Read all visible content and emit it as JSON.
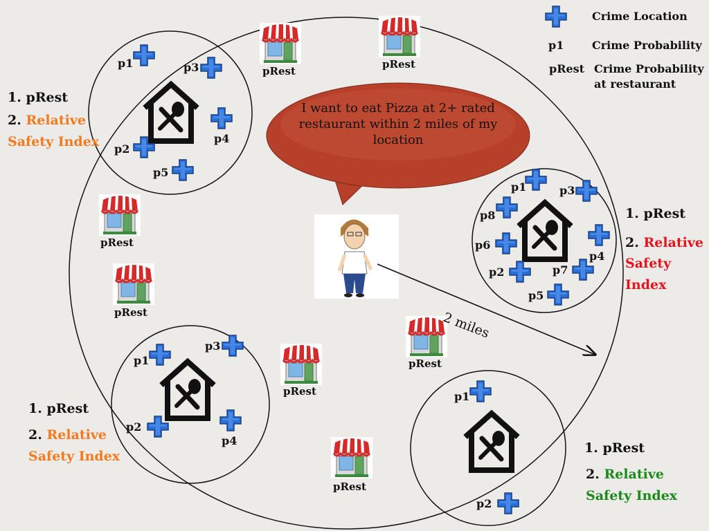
{
  "legend": {
    "crime_location": "Crime Location",
    "p1_key": "p1",
    "p1_desc": "Crime Probability",
    "prest_key": "pRest",
    "prest_desc_line1": "Crime Probability",
    "prest_desc_line2": "at restaurant"
  },
  "bubble": {
    "text": "I want to eat Pizza at 2+ rated restaurant within 2 miles of my location"
  },
  "distance_label": "2 miles",
  "colors": {
    "orange": "#f47a20",
    "red": "#e8111c",
    "green": "#1b8a1b",
    "cross_blue": "#2a6fd6",
    "bubble_red": "#b7402a"
  },
  "clusters": [
    {
      "id": "top-left",
      "item1": "1. pRest",
      "item2": "2. Relative Safety Index",
      "item2_line1": "2. Relative",
      "item2_line2": "Safety Index",
      "color": "orange",
      "labels": [
        "p1",
        "p3",
        "p2",
        "p4",
        "p5"
      ]
    },
    {
      "id": "right",
      "item1": "1. pRest",
      "item2_line1": "2. Relative",
      "item2_line2": "Safety",
      "item2_line3": "Index",
      "color": "red",
      "labels": [
        "p1",
        "p3",
        "p8",
        "p6",
        "p4",
        "p2",
        "p7",
        "p5"
      ]
    },
    {
      "id": "bottom-left",
      "item1": "1. pRest",
      "item2_line1": "2. Relative",
      "item2_line2": "Safety Index",
      "color": "orange",
      "labels": [
        "p1",
        "p3",
        "p2",
        "p4"
      ]
    },
    {
      "id": "bottom-right",
      "item1": "1. pRest",
      "item2_line1": "2. Relative",
      "item2_line2": "Safety Index",
      "color": "green",
      "labels": [
        "p1",
        "p2"
      ]
    }
  ],
  "restaurant_labels": [
    "pRest",
    "pRest",
    "pRest",
    "pRest",
    "pRest",
    "pRest",
    "pRest"
  ]
}
